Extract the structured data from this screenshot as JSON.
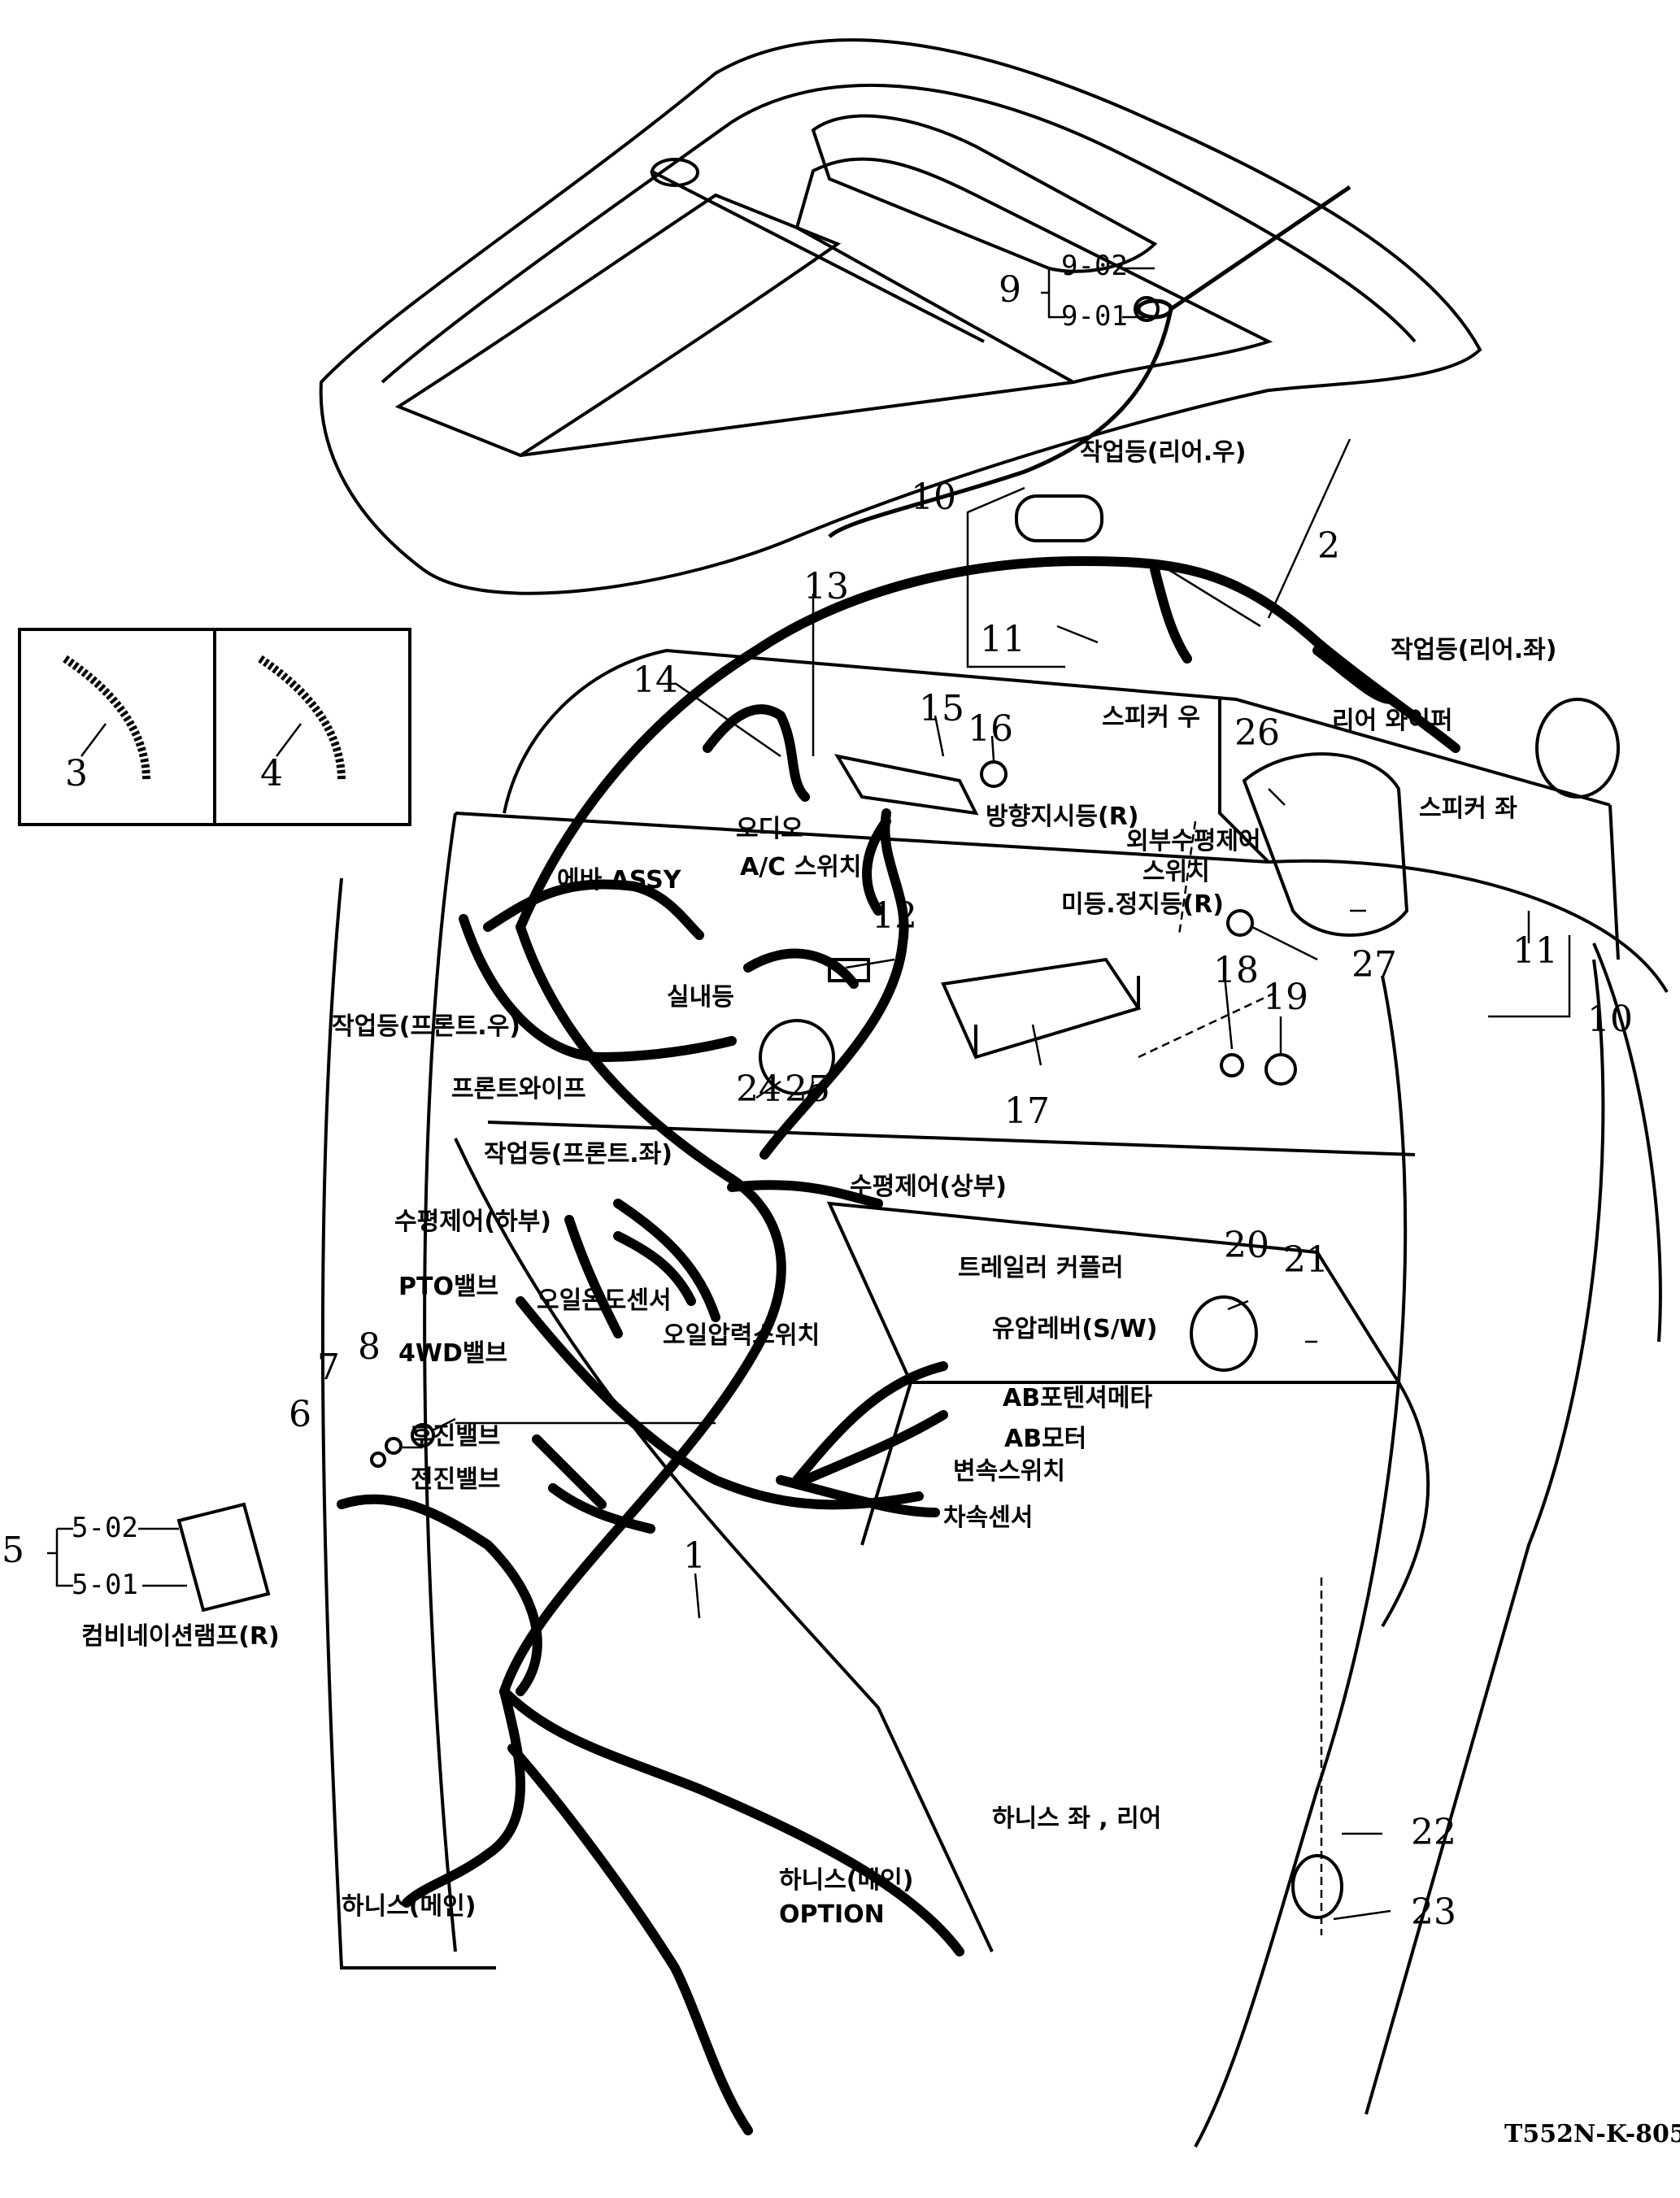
{
  "drawing_code": "T552N-K-805",
  "part_numbers": {
    "p1": "1",
    "p2": "2",
    "p3": "3",
    "p4": "4",
    "p5": "5",
    "p6": "6",
    "p7": "7",
    "p8": "8",
    "p9": "9",
    "p10a": "10",
    "p10b": "10",
    "p11a": "11",
    "p11b": "11",
    "p12": "12",
    "p13": "13",
    "p14": "14",
    "p15": "15",
    "p16": "16",
    "p17": "17",
    "p18": "18",
    "p19": "19",
    "p20": "20",
    "p21": "21",
    "p22": "22",
    "p23": "23",
    "p24": "24",
    "p25": "25",
    "p26": "26",
    "p27": "27"
  },
  "sub_numbers": {
    "s9_02": "9-02",
    "s9_01": "9-01",
    "s5_02": "5-02",
    "s5_01": "5-01"
  },
  "labels": {
    "work_light_rear_r": "작업등(리어.우)",
    "work_light_rear_l": "작업등(리어.좌)",
    "speaker_r": "스피커 우",
    "rear_wiper": "리어 와이퍼",
    "speaker_l": "스피커 좌",
    "audio": "오디오",
    "ac_switch": "A/C 스위치",
    "turn_signal_r": "방향지시등(R)",
    "external_leveling": "외부수평제어",
    "switch": "스위치",
    "tail_stop_light_r": "미등.정지등(R)",
    "evap_assy": "에바 ASSY",
    "room_light": "실내등",
    "work_light_front_r": "작업등(프론트.우)",
    "front_wiper": "프론트와이프",
    "work_light_front_l": "작업등(프론트.좌)",
    "leveling_upper": "수평제어(상부)",
    "leveling_lower": "수평제어(하부)",
    "trailer_coupler": "트레일러 커플러",
    "pto_valve": "PTO밸브",
    "oil_temp_sensor": "오일온도센서",
    "oil_pressure_switch": "오일압력스위치",
    "hyd_lever_sw": "유압레버(S/W)",
    "valve_4wd": "4WD밸브",
    "ab_potentiometer": "AB포텐셔메타",
    "reverse_valve": "후진밸브",
    "ab_motor": "AB모터",
    "forward_valve": "전진밸브",
    "shift_switch": "변속스위치",
    "speed_sensor": "차속센서",
    "combination_lamp_r": "컴비네이션램프(R)",
    "harness_main": "하니스(메인)",
    "harness_left_rear": "하니스 좌 , 리어",
    "harness_main_option": "하니스(메인)",
    "option": "OPTION"
  }
}
